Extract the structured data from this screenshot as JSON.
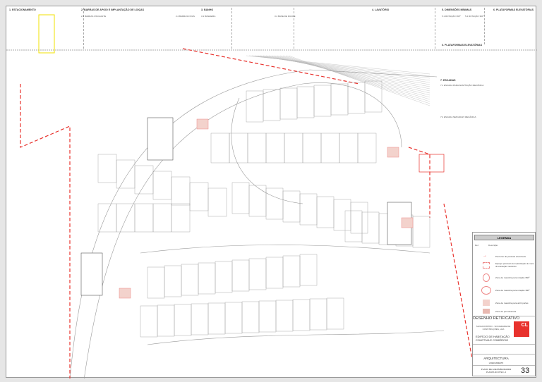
{
  "sections": {
    "parking": "1. ESTACIONAMENTO",
    "bars": "2. BARRAS DE APOIO E IMPLANTAÇÃO DE LOIÇAS",
    "bars_oscillating": "2.1 BARRAS OSCILANTE",
    "bars_fixed": "2.2 BARRAS FIXAS",
    "bath": "3. BANHO",
    "bathtub": "3.1 BANHEIRA",
    "shower": "3.2 BASE DE DUCHE",
    "basin": "4. LAVATÓRIO",
    "min_dims": "5. DIMENSÕES MÍNIMAS",
    "rot1": "5.1 ROTAÇÃO 360º",
    "rot2": "5.2 ROTAÇÃO 360º",
    "platforms_a": "6. PLATAFORMAS ELEVATÓRIAS",
    "platforms_b": "6. PLATAFORMAS ELEVATÓRIAS",
    "stairs": "7. ESCADAS",
    "stairs1": "7.1 ESCADA PARA ADAPTAÇÃO MECÂNICA",
    "stairs2": "7.2 ESCADA SEM ADAP. MECÂNICA"
  },
  "legend": {
    "title": "LEGENDA",
    "ref": "Ref.",
    "desc": "Descrição",
    "items": [
      "Percurso de pessoas acessíveis",
      "Espaço possível de implantação de meio de elevação mecânico",
      "Zona de manobra para rotação 360º",
      "Zona de manobra para rotação 180º",
      "Zona de manobra para abrir portas",
      "Zona de permanência"
    ]
  },
  "titleblock": {
    "status": "DESENHO RETIFICATIVO",
    "client": "SILVACONSTRO - SOCIEDADE DE CONSTRUÇÕES, LDA",
    "project1": "EDIFÍCIO DE HABITAÇÃO",
    "project2": "COLETIVA E COMÉRCIO",
    "logo": "CL",
    "discipline": "ARQUITECTURA",
    "phase": "LICENCIAMENTO",
    "drawing1": "PLANO DE ACESSIBILIDADES",
    "drawing2": "PLANTA DO PISO -2",
    "number": "33"
  },
  "colors": {
    "accent": "#e8322d",
    "highlight": "#f0e000",
    "line": "#777"
  }
}
